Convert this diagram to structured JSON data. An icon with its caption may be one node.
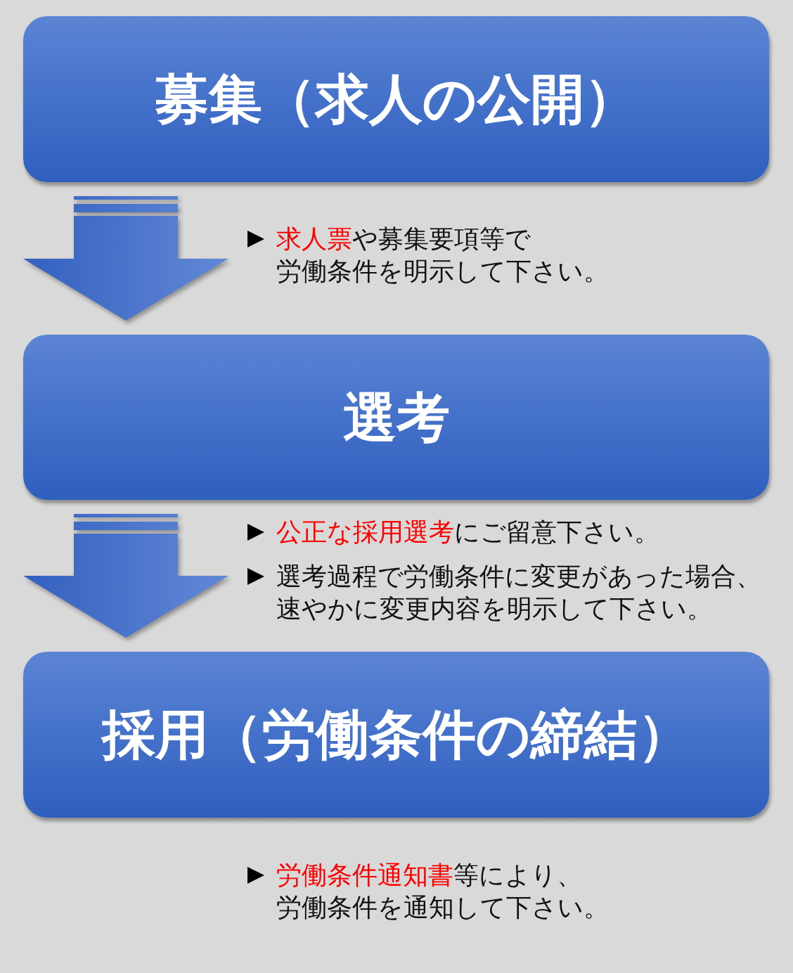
{
  "diagram": {
    "nodes": [
      {
        "text": [
          "募集（求人の公開）"
        ],
        "beside": [
          "**求人票**や募集要項等で労働条件を明示して下さい。"
        ]
      },
      {
        "text": [
          "選考"
        ],
        "beside": [
          "**公正な採用選考**にご留意下さい。",
          "選考過程で労働条件に変更があった場合、速やかに変更内容を明示して下さい。"
        ]
      },
      {
        "text": [
          "採用（労働条件の締結）"
        ],
        "beside": [
          "**労働条件通知書**等により、労働条件を通知して下さい。"
        ]
      }
    ],
    "edges": [
      {
        "from": 0,
        "to": 1,
        "arrow": "to",
        "style": "thick"
      },
      {
        "from": 1,
        "to": 2,
        "arrow": "to",
        "style": "thick"
      }
    ]
  }
}
